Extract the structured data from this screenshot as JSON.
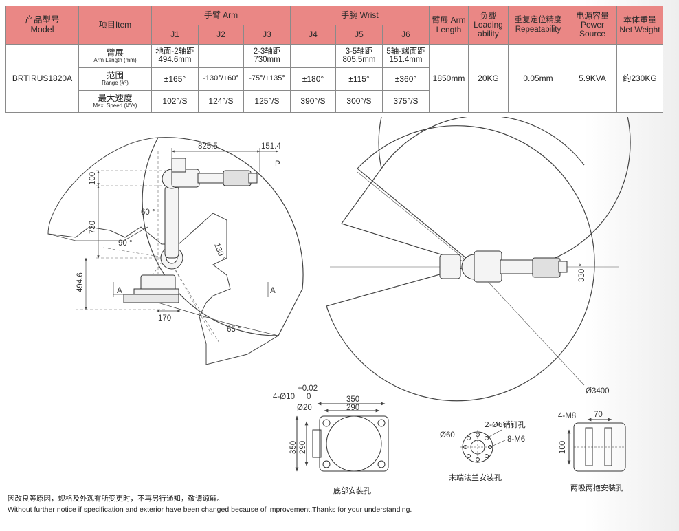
{
  "table": {
    "headers": {
      "model_zh": "产品型号",
      "model_en": "Model",
      "item": "项目Item",
      "arm_group": "手臂 Arm",
      "wrist_group": "手腕 Wrist",
      "arm_length": "臂展 Arm Length",
      "loading": "负载 Loading ability",
      "repeat": "重复定位精度 Repeatability",
      "power": "电源容量 Power Source",
      "weight": "本体重量 Net Weight",
      "j1": "J1",
      "j2": "J2",
      "j3": "J3",
      "j4": "J4",
      "j5": "J5",
      "j6": "J6"
    },
    "model": "BRTIRUS1820A",
    "rows": {
      "armlen": {
        "zh": "臂展",
        "en": "Arm Length (mm)",
        "j1a": "地面-2轴距",
        "j1b": "494.6mm",
        "j2": "",
        "j3a": "2-3轴距",
        "j3b": "730mm",
        "j4": "",
        "j5a": "3-5轴距",
        "j5b": "805.5mm",
        "j6a": "5轴-端面距",
        "j6b": "151.4mm"
      },
      "range": {
        "zh": "范围",
        "en": "Range (#°)",
        "j1": "±165°",
        "j2": "-130°/+60°",
        "j3": "-75°/+135°",
        "j4": "±180°",
        "j5": "±115°",
        "j6": "±360°"
      },
      "speed": {
        "zh": "最大速度",
        "en": "Max. Speed (#°/s)",
        "j1": "102°/S",
        "j2": "124°/S",
        "j3": "125°/S",
        "j4": "390°/S",
        "j5": "300°/S",
        "j6": "375°/S"
      }
    },
    "arm_length": "1850mm",
    "loading": "20KG",
    "repeat": "0.05mm",
    "power": "5.9KVA",
    "weight": "约230KG"
  },
  "drawing": {
    "side": {
      "d825": "825.5",
      "d151": "151.4",
      "p": "P",
      "d100": "100",
      "d730": "730",
      "d494": "494.6",
      "d170": "170",
      "a60": "60 °",
      "a90": "90 °",
      "a130": "130 °",
      "a65": "65 °",
      "sa1": "A",
      "sa2": "A"
    },
    "top": {
      "a330": "330 °",
      "dia": "Ø3400"
    },
    "base": {
      "hole_top": "+0.02",
      "hole_main": "4-Ø10",
      "hole_bot": "0",
      "d20": "Ø20",
      "d350t": "350",
      "d290t": "290",
      "d350l": "350",
      "d290l": "290",
      "caption": "底部安装孔"
    },
    "flange": {
      "pin": "2-Ø6销钉孔",
      "d60": "Ø60",
      "m6": "8-M6",
      "caption": "末端法兰安装孔"
    },
    "suction": {
      "m8": "4-M8",
      "d70": "70",
      "d100": "100",
      "caption": "两吸两抱安装孔"
    }
  },
  "notes": {
    "zh": "因改良等原因，规格及外观有所变更时，不再另行通知，敬请谅解。",
    "en": "Without further notice if specification and exterior have been changed because of improvement.Thanks for your understanding."
  }
}
